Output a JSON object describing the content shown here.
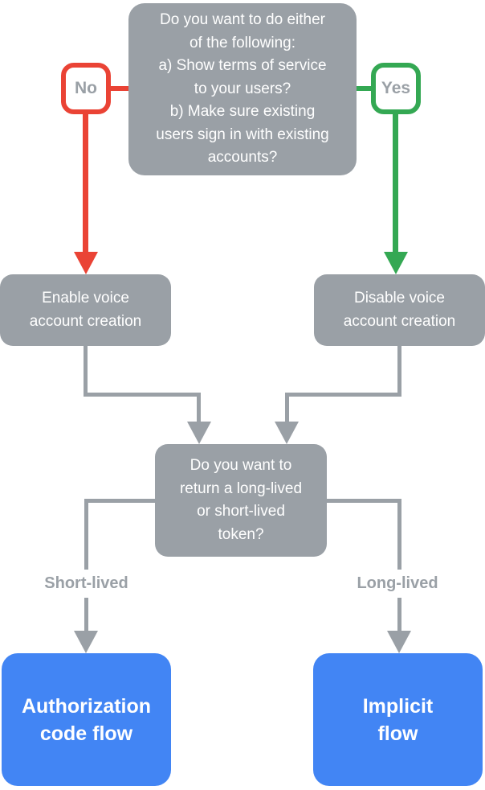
{
  "colors": {
    "gray": "#9AA0A6",
    "red": "#EA4335",
    "green": "#34A853",
    "blue": "#4285F4",
    "white": "#FFFFFF"
  },
  "flowchart": {
    "question_terms": "Do you want to do either\nof the following:\na) Show terms of service\nto your users?\nb) Make sure existing\nusers sign in with existing\naccounts?",
    "answer_no": "No",
    "answer_yes": "Yes",
    "node_enable": "Enable voice\naccount creation",
    "node_disable": "Disable voice\naccount creation",
    "question_token": "Do you want to\nreturn a long-lived\nor short-lived\ntoken?",
    "edge_short_lived": "Short-lived",
    "edge_long_lived": "Long-lived",
    "result_auth_code": "Authorization\ncode flow",
    "result_implicit": "Implicit\nflow"
  }
}
